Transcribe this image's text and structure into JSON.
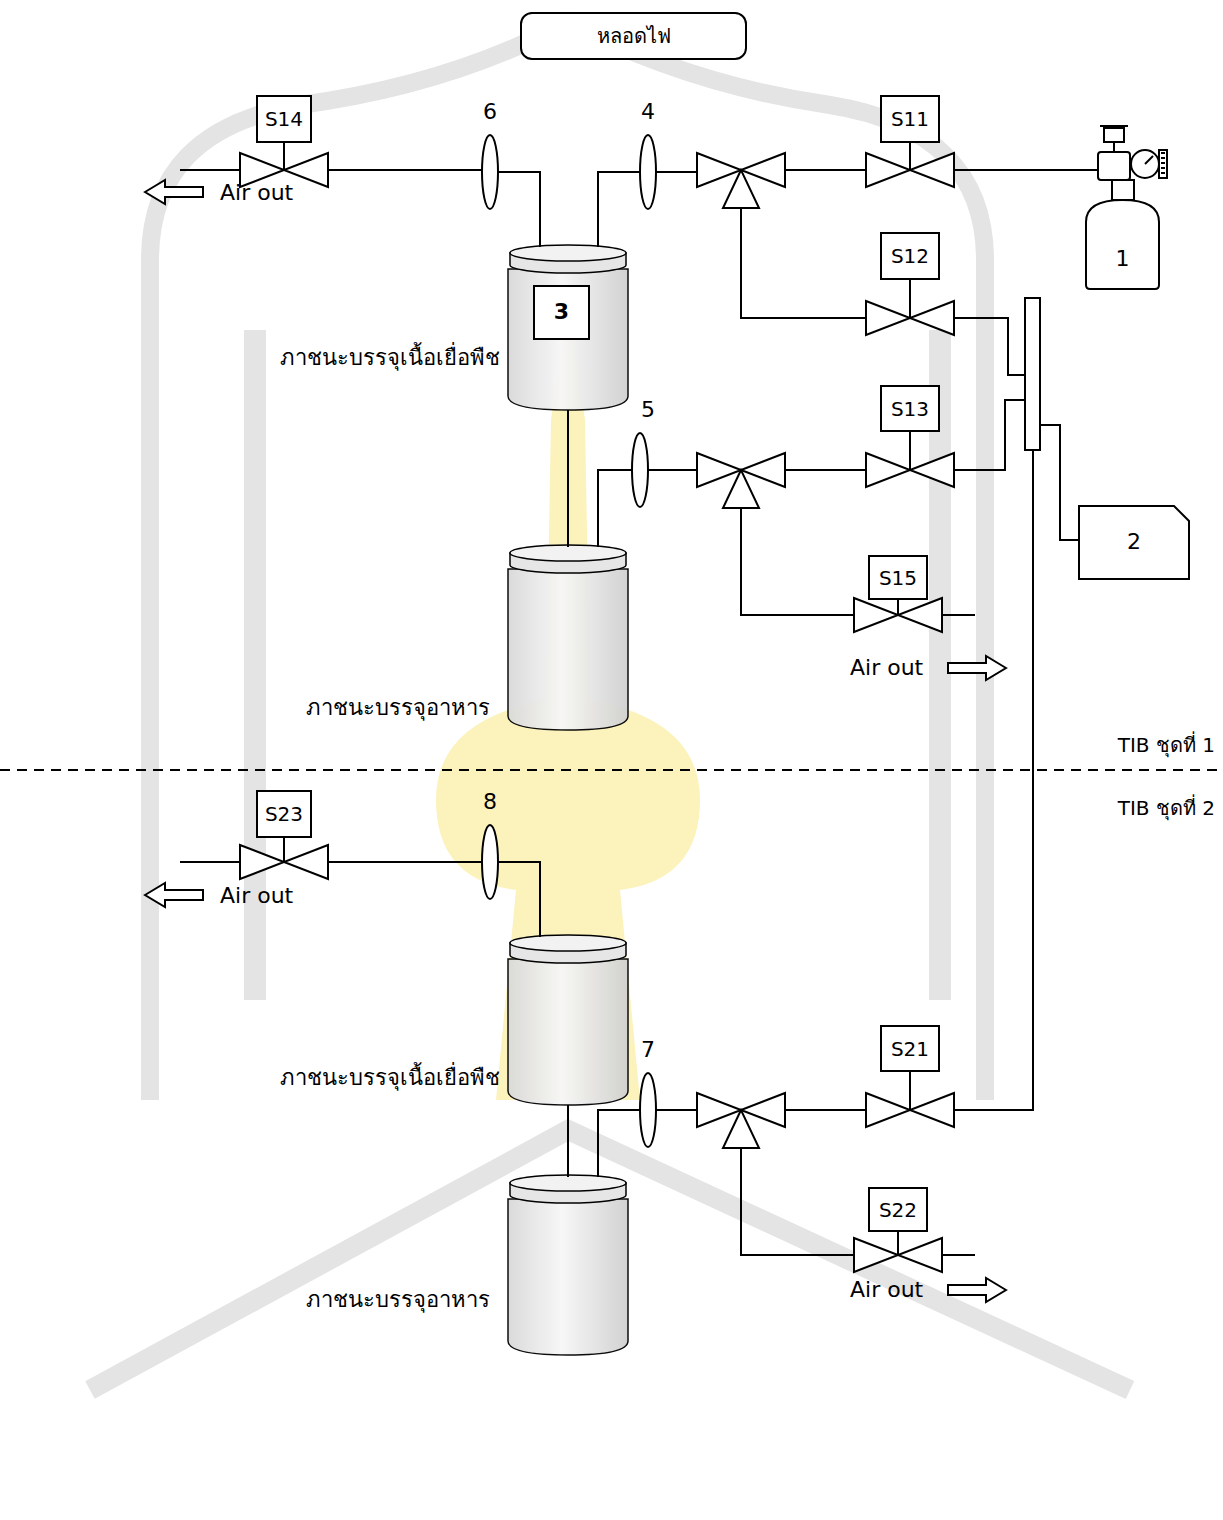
{
  "diagram": {
    "nodes": [
      {
        "text": [
          "หลอดไฟ"
        ]
      },
      {
        "text": [
          "S14"
        ]
      },
      {
        "text": [
          "S11"
        ]
      },
      {
        "text": [
          "1"
        ]
      },
      {
        "text": [
          "S12"
        ]
      },
      {
        "text": [
          "3"
        ]
      },
      {
        "text": [
          "S13"
        ]
      },
      {
        "text": [
          "2"
        ]
      },
      {
        "text": [
          "S15"
        ]
      },
      {
        "text": [
          "S23"
        ]
      },
      {
        "text": [
          "S21"
        ]
      },
      {
        "text": [
          "S22"
        ]
      }
    ],
    "labels": [
      "6",
      "4",
      "ภาชนะบรรจุเนื้อเยื่อพืช",
      "5",
      "ภาชนะบรรจุอาหาร",
      "Air out",
      "Air out",
      "TIB ชุดที่ 1",
      "TIB ชุดที่ 2",
      "8",
      "Air out",
      "ภาชนะบรรจุเนื้อเยื่อพืช",
      "7",
      "ภาชนะบรรจุอาหาร",
      "Air out"
    ]
  }
}
